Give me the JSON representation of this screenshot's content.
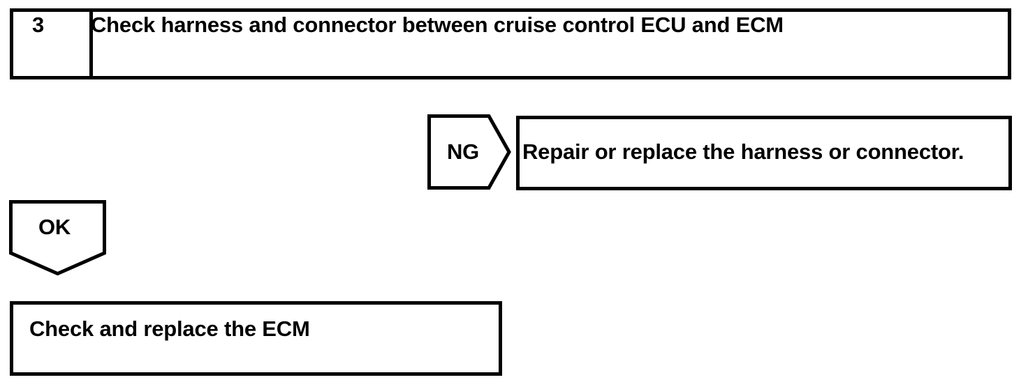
{
  "diagram": {
    "type": "troubleshooting-flowchart",
    "colors": {
      "stroke": "#000000",
      "fill": "#ffffff",
      "text": "#000000"
    },
    "step": {
      "number": "3",
      "instruction": "Check harness and connector between cruise control ECU and ECM"
    },
    "branches": [
      {
        "marker": "NG",
        "shape": "pentagon-right",
        "action": "Repair or replace the harness or connector."
      },
      {
        "marker": "OK",
        "shape": "pentagon-down",
        "action": "Check and replace the ECM"
      }
    ],
    "ng_label": "NG",
    "ng_action": "Repair or replace the harness or connector.",
    "ok_label": "OK",
    "ok_action": "Check and replace the ECM"
  }
}
